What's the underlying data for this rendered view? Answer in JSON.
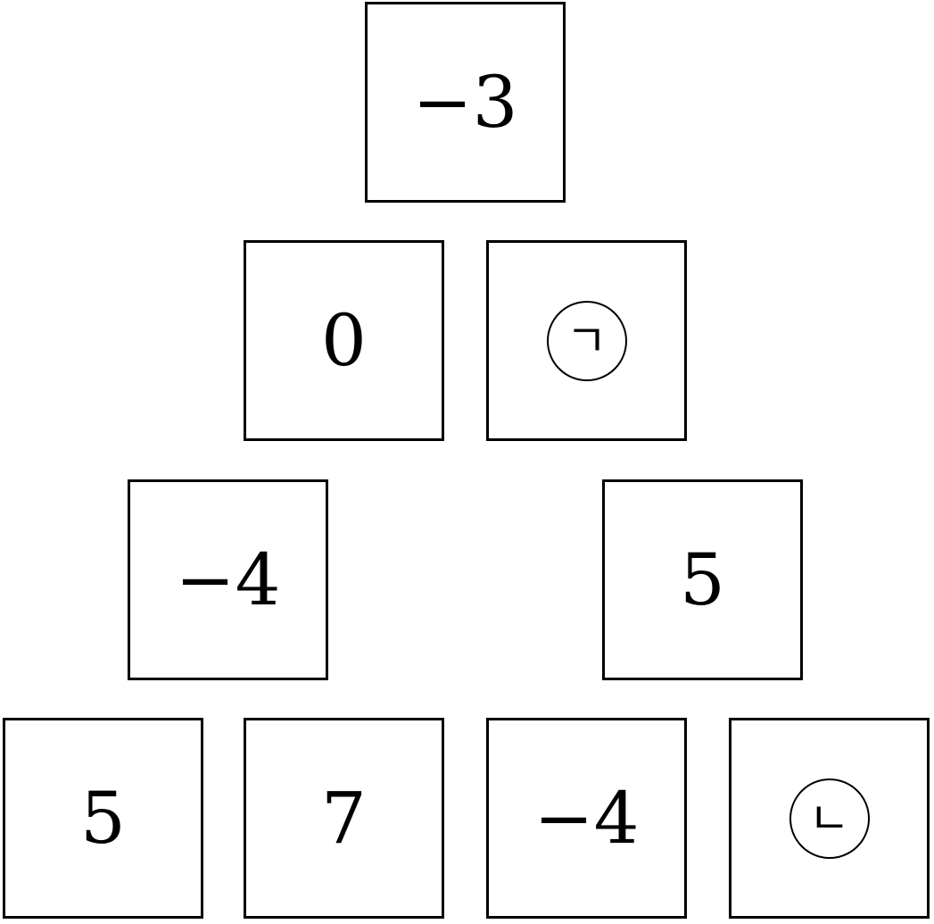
{
  "rows": [
    {
      "cells": [
        "−3"
      ]
    },
    {
      "cells": [
        "0",
        "ㄱ"
      ]
    },
    {
      "cells": [
        "−4",
        "5"
      ]
    },
    {
      "cells": [
        "5",
        "7",
        "−4",
        "ㄴ"
      ]
    }
  ]
}
